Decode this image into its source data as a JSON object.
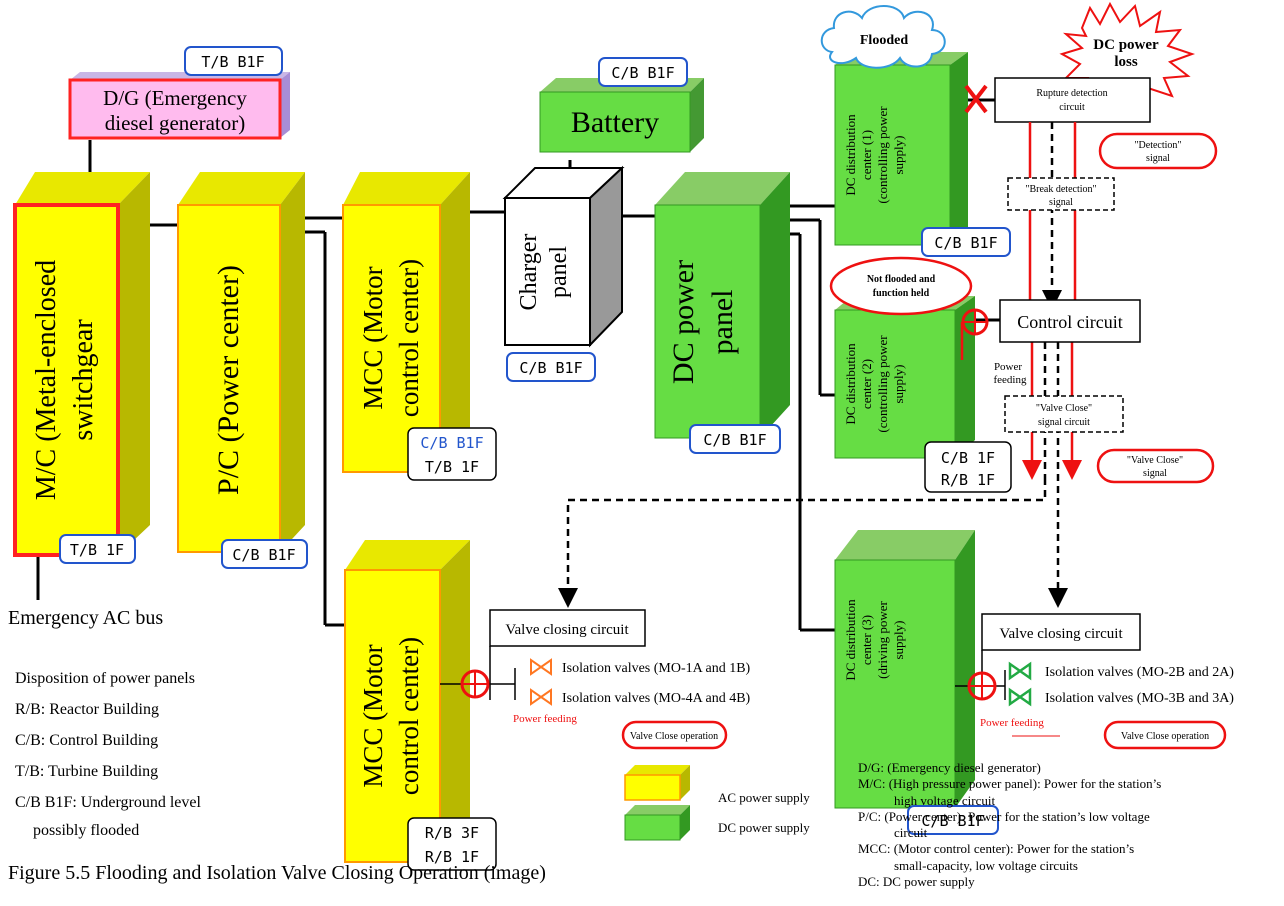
{
  "blocks": {
    "dg": "D/G (Emergency diesel generator)",
    "dg_line1": "D/G  (Emergency",
    "dg_line2": "diesel generator)",
    "mc_line1": "M/C (Metal-enclosed",
    "mc_line2": "switchgear",
    "pc": "P/C (Power center)",
    "mcc_upper_line1": "MCC (Motor",
    "mcc_upper_line2": "control center)",
    "mcc_lower_line1": "MCC (Motor",
    "mcc_lower_line2": "control center)",
    "battery": "Battery",
    "charger_line1": "Charger",
    "charger_line2": "panel",
    "dc_panel_line1": "DC power",
    "dc_panel_line2": "panel",
    "dc1_lines": [
      "DC distribution",
      "center (1)",
      "(controlling power",
      "supply)"
    ],
    "dc2_lines": [
      "DC distribution",
      "center (2)",
      "(controlling power",
      "supply)"
    ],
    "dc3_lines": [
      "DC distribution",
      "center (3)",
      "(driving power",
      "supply)"
    ]
  },
  "location_tags": {
    "tb_b1f": "T/B  B1F",
    "cb_b1f": "C/B  B1F",
    "cb_b1f_short": "C/B B1F",
    "tb_1f": "T/B  1F",
    "cb_1f": "C/B  1F",
    "rb_1f": "R/B  1F",
    "rb_3f": "R/B  3F"
  },
  "callouts": {
    "flooded": "Flooded",
    "dc_power_loss_line1": "DC power",
    "dc_power_loss_line2": "loss",
    "not_flooded_line1": "Not flooded and",
    "not_flooded_line2": "function held",
    "rupture_detection": "Rupture detection",
    "rupture_detection_2": "circuit",
    "detection_signal_1": "\"Detection\"",
    "detection_signal_2": "signal",
    "break_detection_1": "\"Break detection\"",
    "break_detection_2": "signal",
    "control_circuit": "Control circuit",
    "power_feeding_1": "Power",
    "power_feeding_2": "feeding",
    "valve_close_circuit_1": "\"Valve Close\"",
    "valve_close_circuit_2": "signal circuit",
    "valve_close_signal_1": "\"Valve Close\"",
    "valve_close_signal_2": "signal",
    "valve_closing_circuit": "Valve closing circuit",
    "power_feeding": "Power feeding",
    "valve_close_operation": "Valve Close operation"
  },
  "valves": {
    "left_1": "Isolation valves (MO-1A and 1B)",
    "left_2": "Isolation valves (MO-4A and 4B)",
    "right_1": "Isolation valves (MO-2B and 2A)",
    "right_2": "Isolation valves (MO-3B and 3A)"
  },
  "legend": {
    "bus": "Emergency AC bus",
    "disposition_title": "Disposition of power panels",
    "rb": "R/B: Reactor Building",
    "cb": "C/B: Control Building",
    "tb": "T/B: Turbine Building",
    "cb_b1f_1": "C/B B1F:  Underground level",
    "cb_b1f_2": "possibly flooded",
    "ac_supply": "AC power supply",
    "dc_supply": "DC power supply"
  },
  "abbreviations": [
    {
      "lead": "D/G: (Emergency diesel generator)",
      "rest": ""
    },
    {
      "lead": "M/C: (High pressure power panel): Power for the station’s",
      "rest": "high voltage circuit"
    },
    {
      "lead": "P/C: (Power center): Power for the station’s low voltage",
      "rest": "circuit"
    },
    {
      "lead": "MCC: (Motor control center):  Power for the station’s",
      "rest": "small-capacity, low voltage circuits"
    },
    {
      "lead": "DC: DC power supply",
      "rest": ""
    }
  ],
  "caption": "Figure    5.5    Flooding and Isolation Valve Closing Operation (image)",
  "colors": {
    "ac_fill": "#ffff00",
    "ac_dark": "#c8c800",
    "ac_border": "#ff3300",
    "dc_fill": "#66dd44",
    "dc_dark": "#339922",
    "dg_fill": "#ffbbee",
    "tag_blue": "#2255cc",
    "signal_red": "#ee1111"
  }
}
